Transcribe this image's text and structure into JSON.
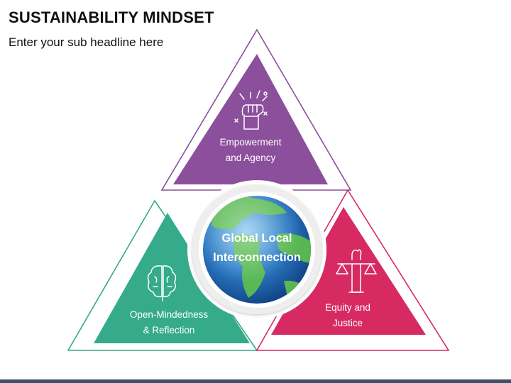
{
  "header": {
    "title": "SUSTAINABILITY MINDSET",
    "subtitle": "Enter your sub headline here"
  },
  "center": {
    "line1": "Global Local",
    "line2": "Interconnection"
  },
  "segments": [
    {
      "line1": "Empowerment",
      "line2": "and Agency",
      "color": "#8b4f9c",
      "icon": "raised-fist-icon"
    },
    {
      "line1": "Open-Mindedness",
      "line2": "& Reflection",
      "color": "#35ab8c",
      "icon": "brain-icon"
    },
    {
      "line1": "Equity and",
      "line2": "Justice",
      "color": "#d72a63",
      "icon": "justice-scale-icon"
    }
  ],
  "colors": {
    "globe_ocean": "#2a78c2",
    "globe_land": "#5fbf4c",
    "ring": "#eeeeee",
    "footer": "#3d4f63"
  }
}
